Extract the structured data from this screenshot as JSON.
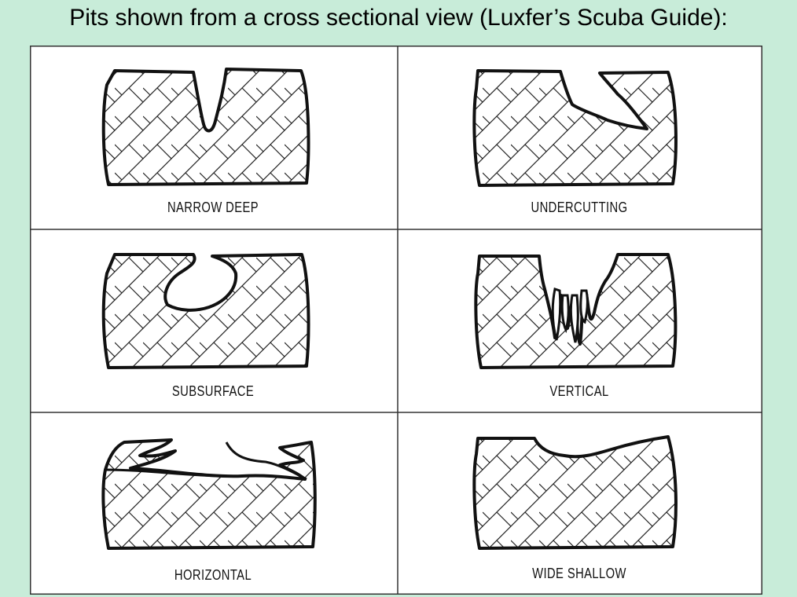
{
  "title": "Pits shown from a cross sectional view (Luxfer’s Scuba Guide):",
  "colors": {
    "background": "#c8ecd9",
    "panel": "#ffffff",
    "line": "#111111"
  },
  "panels": [
    {
      "label": "NARROW DEEP"
    },
    {
      "label": "UNDERCUTTING"
    },
    {
      "label": "SUBSURFACE"
    },
    {
      "label": "VERTICAL"
    },
    {
      "label": "HORIZONTAL"
    },
    {
      "label": "WIDE SHALLOW"
    }
  ]
}
